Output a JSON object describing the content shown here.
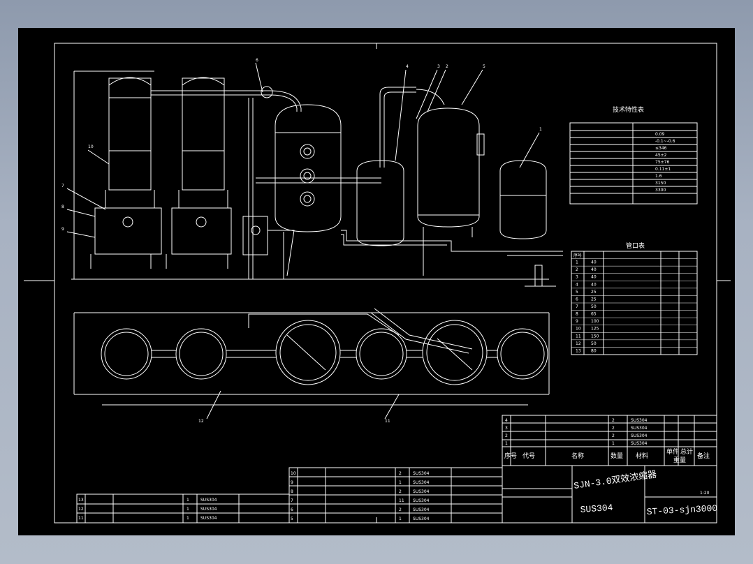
{
  "drawing": {
    "title": "SJN-3.0双效浓缩器",
    "material": "SUS304",
    "drawing_no": "ST-03-sjn3000",
    "scale": "1:20"
  },
  "leaders": [
    "1",
    "2",
    "3",
    "4",
    "5",
    "6",
    "7",
    "8",
    "9",
    "10",
    "11",
    "12"
  ],
  "tech_table": {
    "title": "技术特性表",
    "rows": [
      [
        "",
        ""
      ],
      [
        "",
        "0.09"
      ],
      [
        "",
        "-0.1~-0.6"
      ],
      [
        "",
        "≤346"
      ],
      [
        "",
        "45±2"
      ],
      [
        "",
        "75±76"
      ],
      [
        "",
        "0.11±1"
      ],
      [
        "",
        "1.6"
      ],
      [
        "",
        "3150"
      ],
      [
        "",
        "3300"
      ]
    ]
  },
  "nozzle_table": {
    "title": "管口表",
    "header": [
      "序号",
      "",
      "",
      "",
      "",
      ""
    ],
    "rows": [
      [
        "1",
        "40",
        "",
        "",
        "",
        ""
      ],
      [
        "2",
        "40",
        "",
        "",
        "",
        ""
      ],
      [
        "3",
        "40",
        "",
        "",
        "",
        ""
      ],
      [
        "4",
        "40",
        "",
        "",
        "",
        ""
      ],
      [
        "5",
        "25",
        "",
        "",
        "",
        ""
      ],
      [
        "6",
        "25",
        "",
        "",
        "",
        ""
      ],
      [
        "7",
        "50",
        "",
        "",
        "",
        ""
      ],
      [
        "8",
        "65",
        "",
        "",
        "",
        ""
      ],
      [
        "9",
        "100",
        "",
        "",
        "",
        ""
      ],
      [
        "10",
        "125",
        "",
        "",
        "",
        ""
      ],
      [
        "11",
        "150",
        "",
        "",
        "",
        ""
      ],
      [
        "12",
        "50",
        "",
        "",
        "",
        ""
      ],
      [
        "13",
        "80",
        "",
        "",
        "",
        ""
      ]
    ]
  },
  "parts_header": [
    "序号",
    "代号",
    "名称",
    "数量",
    "材料",
    "单件",
    "总计",
    "重量",
    "备注"
  ],
  "parts_right": [
    [
      "4",
      "",
      "",
      "2",
      "SUS304"
    ],
    [
      "3",
      "",
      "",
      "2",
      "SUS304"
    ],
    [
      "2",
      "",
      "",
      "2",
      "SUS304"
    ],
    [
      "1",
      "",
      "",
      "1",
      "SUS304"
    ]
  ],
  "parts_mid": [
    [
      "10",
      "",
      "",
      "2",
      "SUS304"
    ],
    [
      "9",
      "",
      "",
      "1",
      "SUS304"
    ],
    [
      "8",
      "",
      "",
      "2",
      "SUS304"
    ],
    [
      "7",
      "",
      "",
      "11",
      "SUS304"
    ],
    [
      "6",
      "",
      "",
      "2",
      "SUS304"
    ],
    [
      "5",
      "",
      "",
      "1",
      "SUS304"
    ]
  ],
  "parts_left": [
    [
      "13",
      "",
      "",
      "1",
      "SUS304"
    ],
    [
      "12",
      "",
      "",
      "1",
      "SUS304"
    ],
    [
      "11",
      "",
      "",
      "1",
      "SUS304"
    ]
  ]
}
